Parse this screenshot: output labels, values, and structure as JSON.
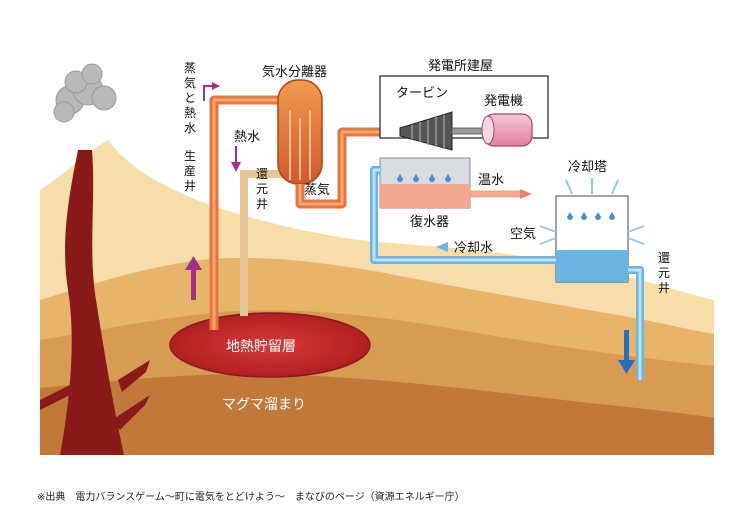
{
  "labels": {
    "separator": "気水分離器",
    "building": "発電所建屋",
    "turbine": "タービン",
    "generator": "発電機",
    "production_well": "蒸気と熱水生産井",
    "hot_water": "熱水",
    "reinjection_well_left": "還元井",
    "steam": "蒸気",
    "warm_water": "温水",
    "cooling_tower": "冷却塔",
    "condenser": "復水器",
    "air": "空気",
    "cooling_water": "冷却水",
    "reinjection_well_right": "還元井",
    "reservoir": "地熱貯留層",
    "magma": "マグマ溜まり"
  },
  "caption": "※出典　電力バランスゲーム〜町に電気をとどけよう〜　まなびのページ（資源エネルギー庁）",
  "colors": {
    "steam_pipe": "#e8743a",
    "cool_pipe": "#6ab4e6",
    "reservoir": "#c62a2a",
    "magma": "#8a1a1a",
    "arrow_purple": "#a2308a",
    "arrow_blue": "#2a6cc4"
  }
}
